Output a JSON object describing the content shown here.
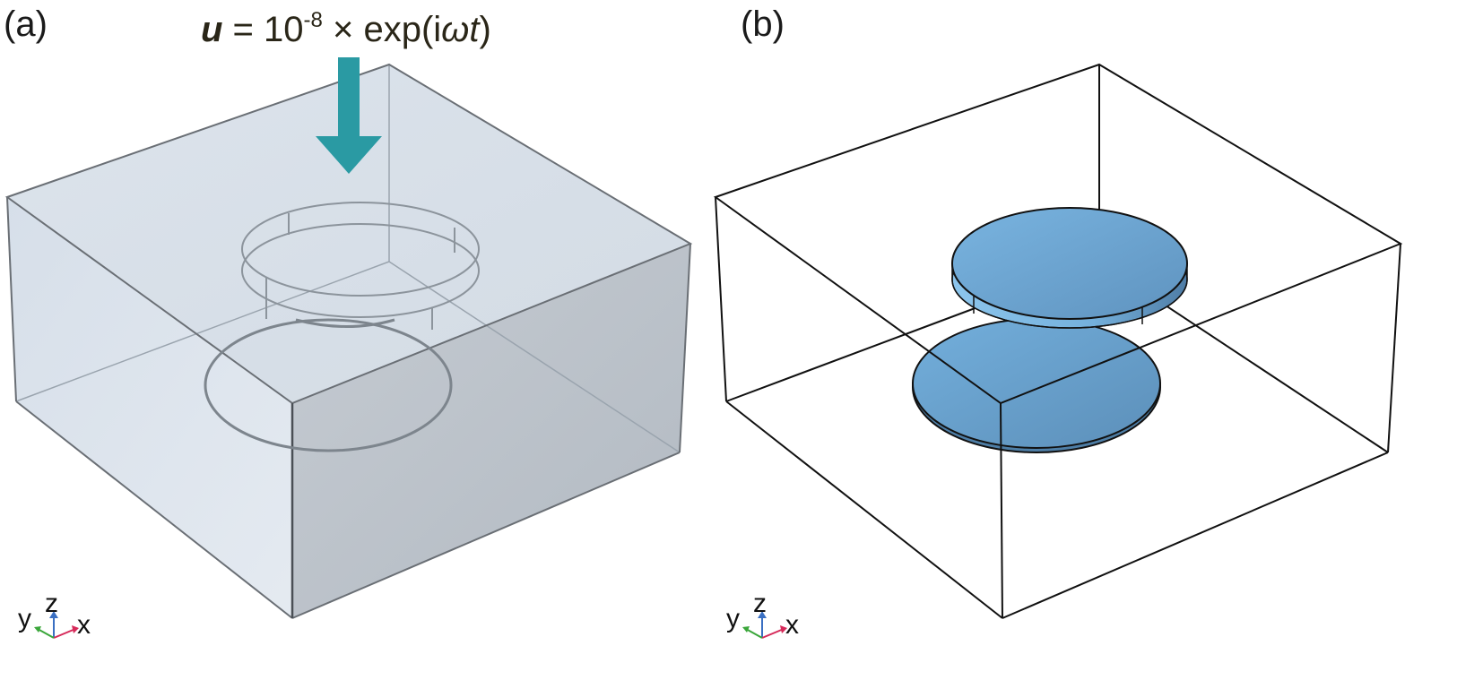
{
  "panels": {
    "a": {
      "label": "(a)"
    },
    "b": {
      "label": "(b)"
    }
  },
  "equation": {
    "symbol": "u",
    "equals": " = 10",
    "exponent": "-8",
    "times": " × exp(i",
    "omega": "ω",
    "t": "t",
    "close": ")"
  },
  "triad": {
    "x": "x",
    "y": "y",
    "z": "z"
  },
  "colors": {
    "arrow": "#2a9aa3",
    "box_face": "#c7d2dd",
    "disk": "#6fa9d4",
    "edge": "#111111"
  }
}
